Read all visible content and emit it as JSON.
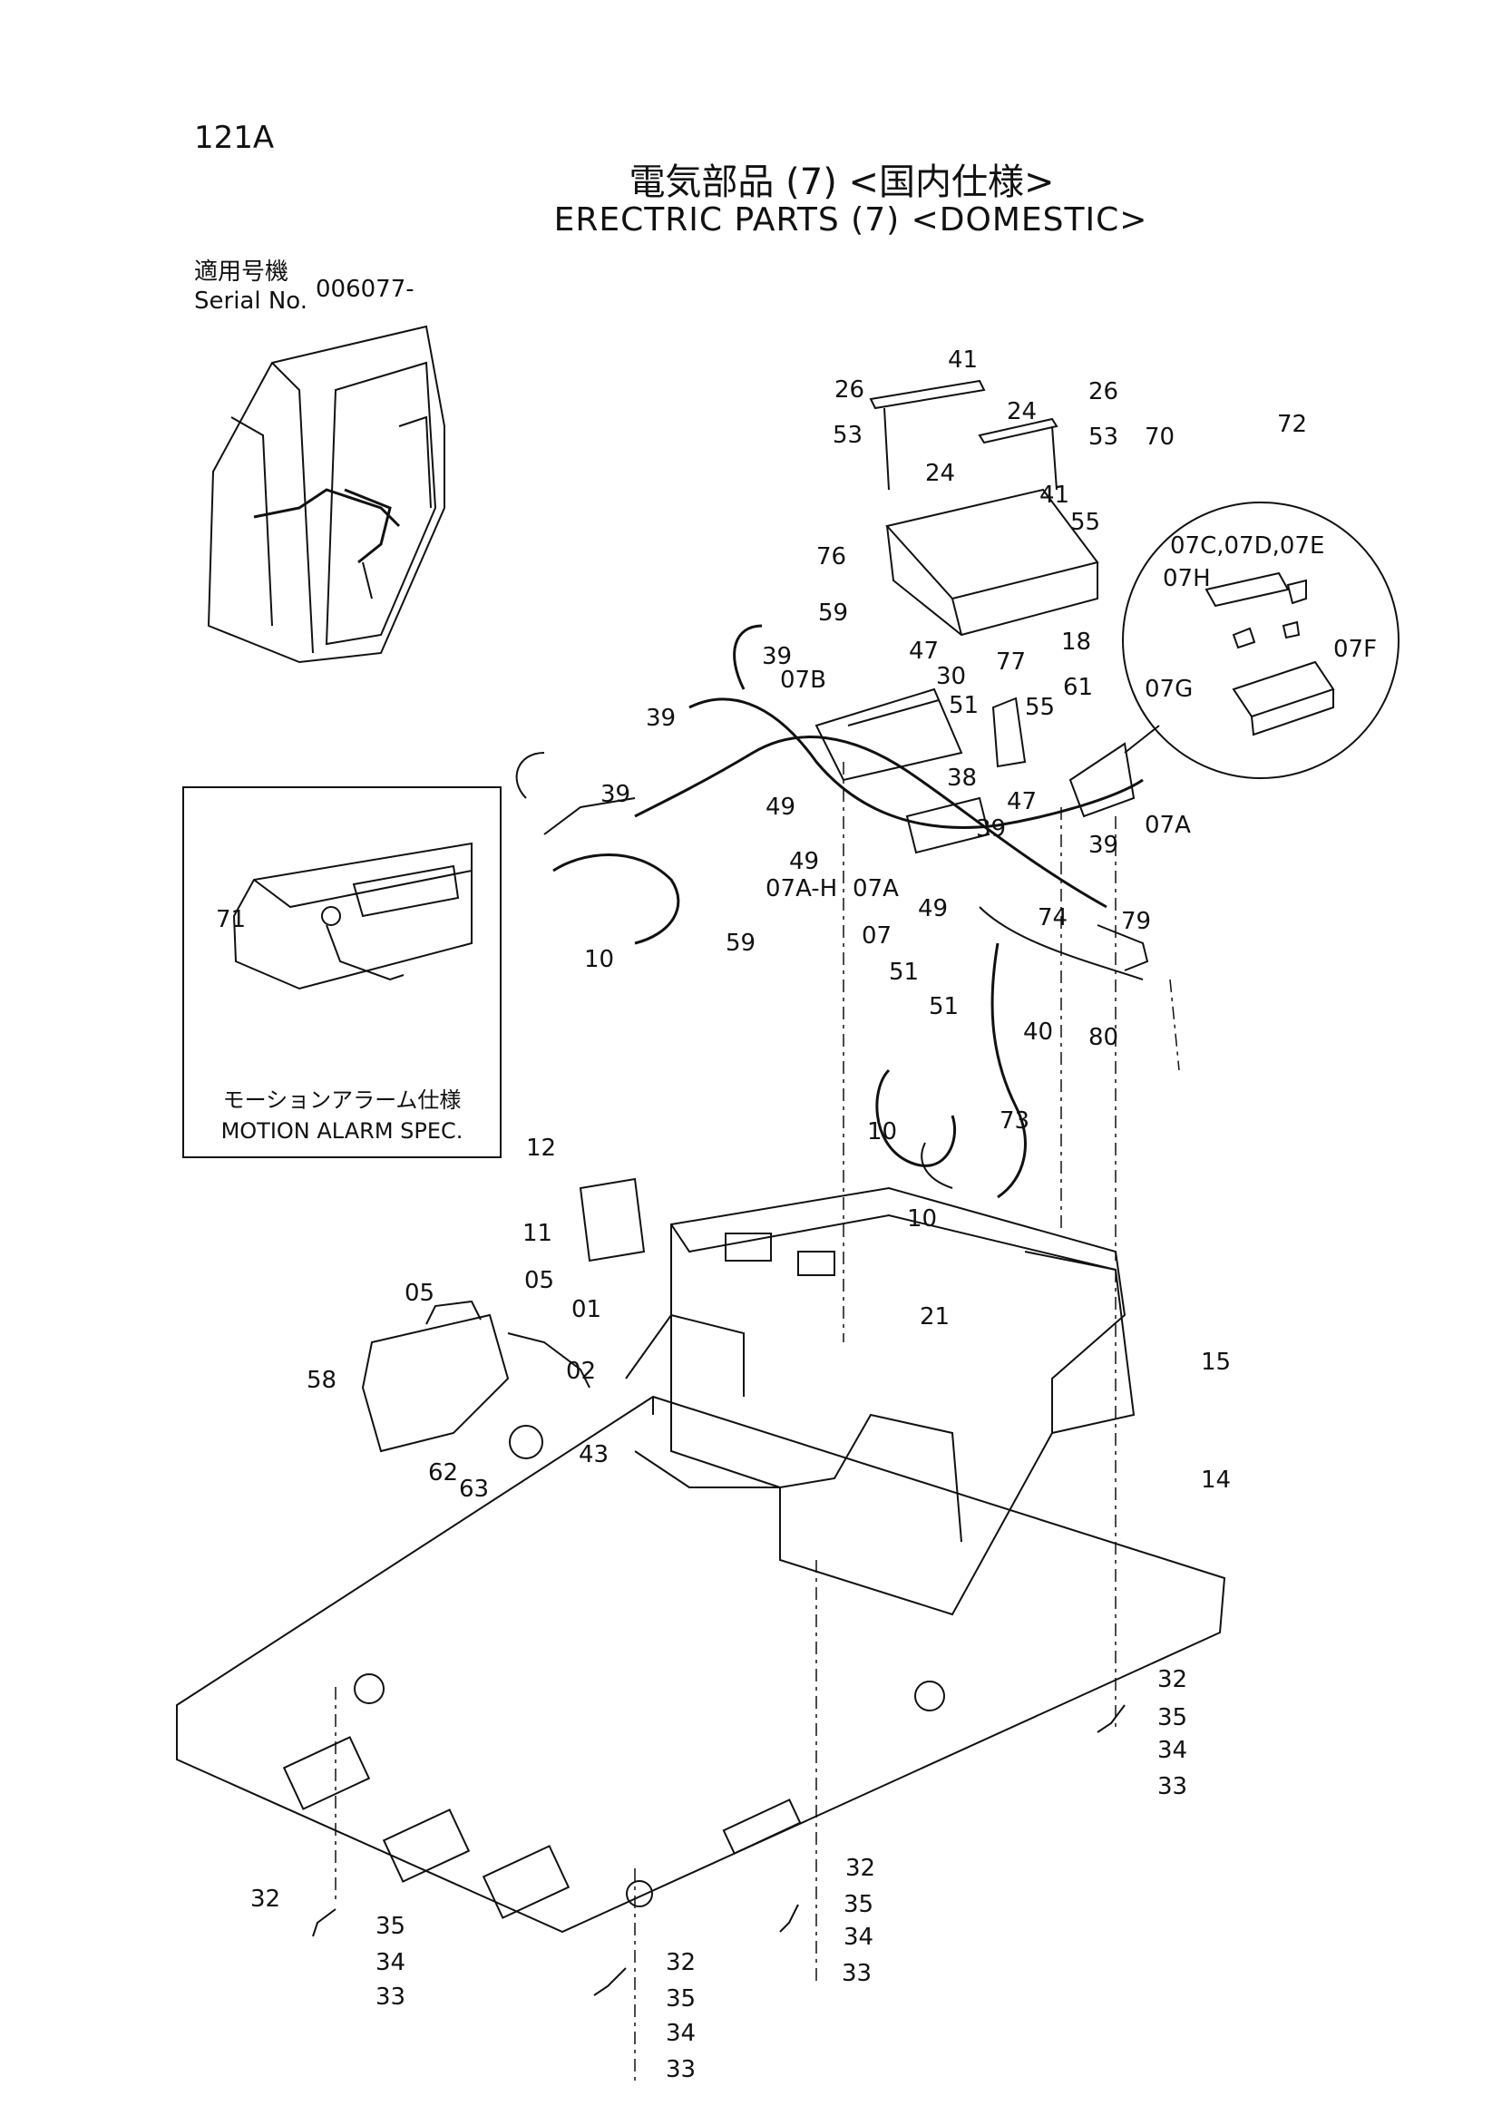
{
  "page_number": "121A",
  "title_jp": "電気部品 (7) <国内仕様>",
  "title_en": "ERECTRIC PARTS (7) <DOMESTIC>",
  "serial_label_jp": "適用号機",
  "serial_label_en": "Serial No.",
  "serial_value": "006077-",
  "inset": {
    "caption_jp": "モーションアラーム仕様",
    "caption_en": "MOTION ALARM SPEC."
  },
  "callouts": [
    {
      "id": "c41a",
      "text": "41"
    },
    {
      "id": "c26a",
      "text": "26"
    },
    {
      "id": "c26b",
      "text": "26"
    },
    {
      "id": "c53a",
      "text": "53"
    },
    {
      "id": "c53b",
      "text": "53"
    },
    {
      "id": "c24a",
      "text": "24"
    },
    {
      "id": "c24b",
      "text": "24"
    },
    {
      "id": "c70",
      "text": "70"
    },
    {
      "id": "c72",
      "text": "72"
    },
    {
      "id": "c41b",
      "text": "41"
    },
    {
      "id": "c55a",
      "text": "55"
    },
    {
      "id": "c76",
      "text": "76"
    },
    {
      "id": "c18",
      "text": "18"
    },
    {
      "id": "c07ce",
      "text": "07C,07D,07E"
    },
    {
      "id": "c07h",
      "text": "07H"
    },
    {
      "id": "c07g",
      "text": "07G"
    },
    {
      "id": "c07f",
      "text": "07F"
    },
    {
      "id": "c59a",
      "text": "59"
    },
    {
      "id": "c39a",
      "text": "39"
    },
    {
      "id": "c47a",
      "text": "47"
    },
    {
      "id": "c07b",
      "text": "07B"
    },
    {
      "id": "c30",
      "text": "30"
    },
    {
      "id": "c77",
      "text": "77"
    },
    {
      "id": "c51a",
      "text": "51"
    },
    {
      "id": "c55b",
      "text": "55"
    },
    {
      "id": "c61",
      "text": "61"
    },
    {
      "id": "c39b",
      "text": "39"
    },
    {
      "id": "c39c",
      "text": "39"
    },
    {
      "id": "c49a",
      "text": "49"
    },
    {
      "id": "c38",
      "text": "38"
    },
    {
      "id": "c47b",
      "text": "47"
    },
    {
      "id": "c07a1",
      "text": "07A"
    },
    {
      "id": "c39d",
      "text": "39"
    },
    {
      "id": "c39e",
      "text": "39"
    },
    {
      "id": "c49b",
      "text": "49"
    },
    {
      "id": "c07ah",
      "text": "07A-H"
    },
    {
      "id": "c07a2",
      "text": "07A"
    },
    {
      "id": "c49c",
      "text": "49"
    },
    {
      "id": "c07",
      "text": "07"
    },
    {
      "id": "c74",
      "text": "74"
    },
    {
      "id": "c59b",
      "text": "59"
    },
    {
      "id": "c79",
      "text": "79"
    },
    {
      "id": "c51b",
      "text": "51"
    },
    {
      "id": "c10a",
      "text": "10"
    },
    {
      "id": "c80",
      "text": "80"
    },
    {
      "id": "c71",
      "text": "71"
    },
    {
      "id": "c51c",
      "text": "51"
    },
    {
      "id": "c40",
      "text": "40"
    },
    {
      "id": "c73",
      "text": "73"
    },
    {
      "id": "c10b",
      "text": "10"
    },
    {
      "id": "c12",
      "text": "12"
    },
    {
      "id": "c10c",
      "text": "10"
    },
    {
      "id": "c11",
      "text": "11"
    },
    {
      "id": "c05a",
      "text": "05"
    },
    {
      "id": "c05b",
      "text": "05"
    },
    {
      "id": "c01",
      "text": "01"
    },
    {
      "id": "c21",
      "text": "21"
    },
    {
      "id": "c15",
      "text": "15"
    },
    {
      "id": "c02",
      "text": "02"
    },
    {
      "id": "c58",
      "text": "58"
    },
    {
      "id": "c43",
      "text": "43"
    },
    {
      "id": "c62",
      "text": "62"
    },
    {
      "id": "c63",
      "text": "63"
    },
    {
      "id": "c14",
      "text": "14"
    },
    {
      "id": "c32a",
      "text": "32"
    },
    {
      "id": "c35a",
      "text": "35"
    },
    {
      "id": "c34a",
      "text": "34"
    },
    {
      "id": "c33a",
      "text": "33"
    },
    {
      "id": "c32b",
      "text": "32"
    },
    {
      "id": "c35b",
      "text": "35"
    },
    {
      "id": "c34b",
      "text": "34"
    },
    {
      "id": "c33b",
      "text": "33"
    },
    {
      "id": "c32c",
      "text": "32"
    },
    {
      "id": "c35c",
      "text": "35"
    },
    {
      "id": "c34c",
      "text": "34"
    },
    {
      "id": "c33c",
      "text": "33"
    },
    {
      "id": "c32d",
      "text": "32"
    },
    {
      "id": "c35d",
      "text": "35"
    },
    {
      "id": "c34d",
      "text": "34"
    },
    {
      "id": "c33d",
      "text": "33"
    }
  ]
}
